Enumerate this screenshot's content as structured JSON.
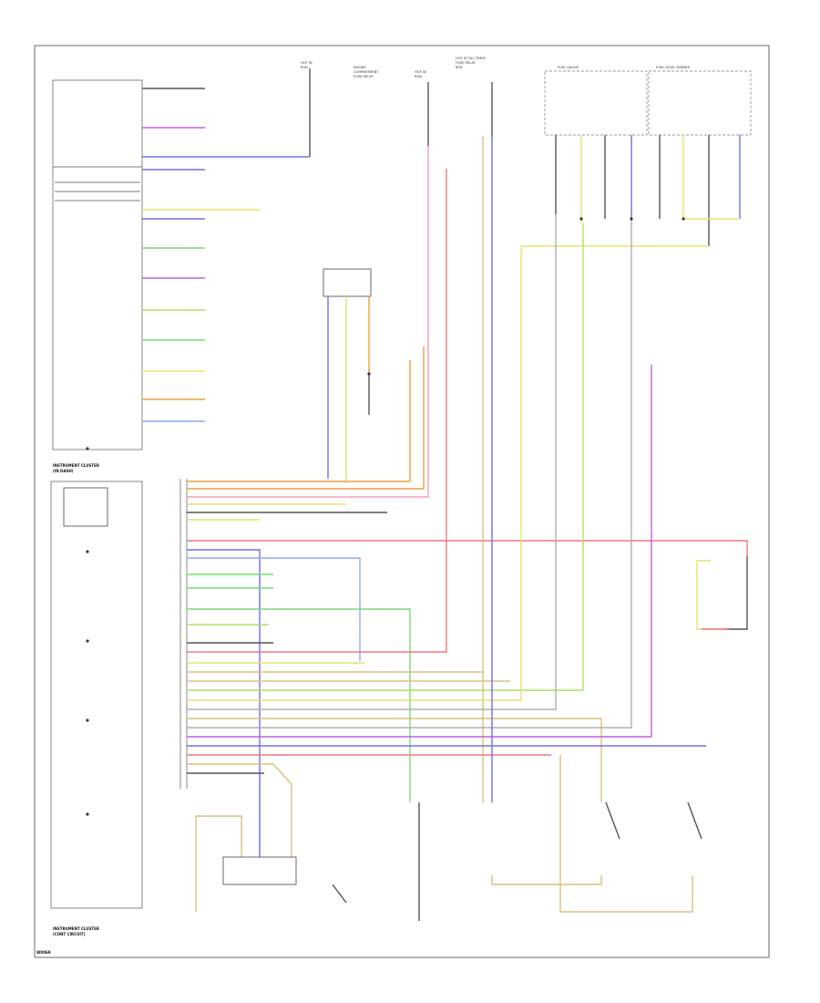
{
  "diagram": {
    "footer_id": "W0069",
    "cluster_label": [
      "INSTRUMENT CLUSTER",
      "(IN DASH)"
    ],
    "bottom_left_label": [
      "INSTRUMENT CLUSTER",
      "(CONT CIRCUIT)"
    ],
    "wire_colors": {
      "red": "#f07a7a",
      "pink": "#f4a0b4",
      "orange": "#f0a040",
      "yellow": "#e8e070",
      "tan": "#d8c080",
      "green": "#7cd87c",
      "lime": "#b0e060",
      "blue": "#7070e0",
      "violet": "#c060e0",
      "gray": "#b0b0b0",
      "lightblue": "#90a8f0",
      "black": "#555555"
    },
    "top_labels": {
      "hot_in_run_1": [
        "HOT IN",
        "RUN"
      ],
      "hot_at_all_times": [
        "HOT AT ALL TIMES",
        "FUSE RELAY",
        "BOX"
      ],
      "hot_in_run_2": [
        "HOT IN",
        "RUN"
      ],
      "engine_compartment": [
        "ENGINE",
        "COMPARTMENT",
        "FUSE RELAY"
      ],
      "fuel_rear": "FUEL GAUGE",
      "fuel_level_sender": "FUEL LEVEL SENDER"
    }
  }
}
